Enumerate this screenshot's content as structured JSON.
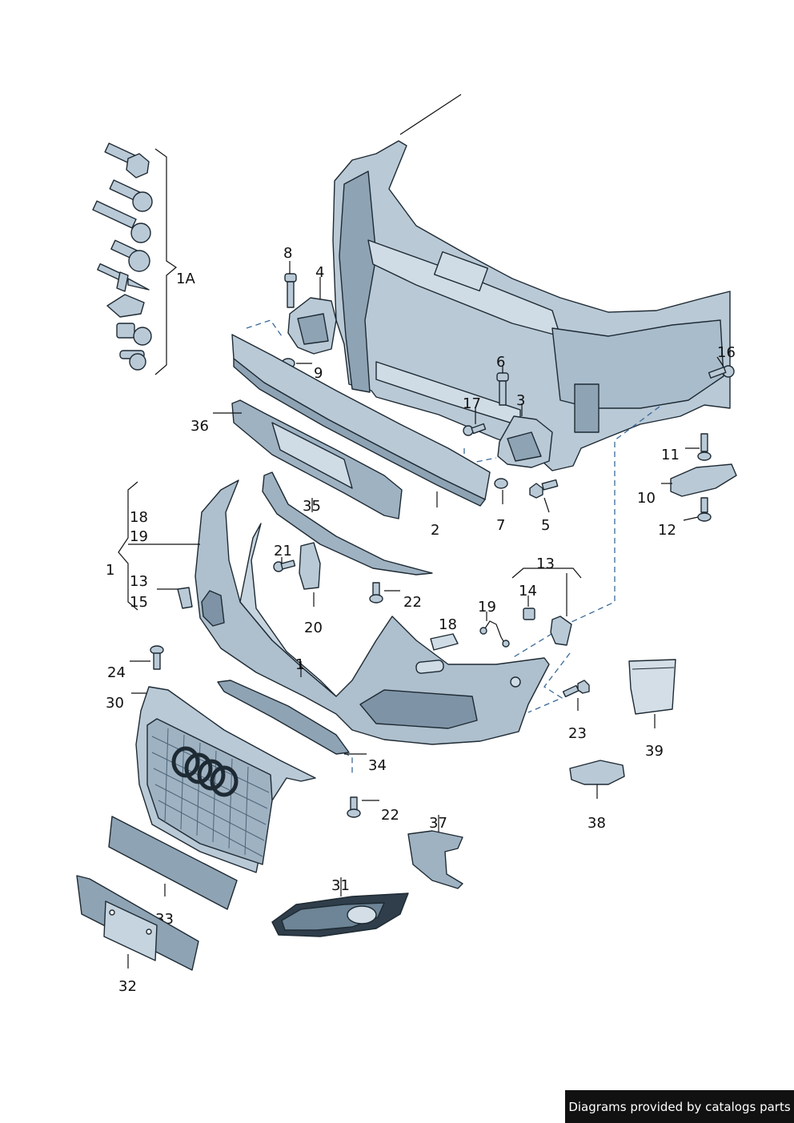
{
  "labels": {
    "l1A": "1A",
    "l8": "8",
    "l4": "4",
    "l9": "9",
    "l6": "6",
    "l3": "3",
    "l17": "17",
    "l16": "16",
    "l11": "11",
    "l10": "10",
    "l12": "12",
    "l36": "36",
    "l35": "35",
    "l2": "2",
    "l7": "7",
    "l5": "5",
    "l18a": "18",
    "l19a": "19",
    "l1a": "1",
    "l13a": "13",
    "l15": "15",
    "l21": "21",
    "l20": "20",
    "l22a": "22",
    "l13b": "13",
    "l14": "14",
    "l19b": "19",
    "l18b": "18",
    "l1b": "1",
    "l24": "24",
    "l30": "30",
    "l34": "34",
    "l22b": "22",
    "l23": "23",
    "l39": "39",
    "l38": "38",
    "l37": "37",
    "l31": "31",
    "l33": "33",
    "l32": "32"
  },
  "footer": {
    "credit": "Diagrams provided by catalogs parts"
  },
  "colors": {
    "part_fill": "#b9c9d6",
    "part_dark": "#8ea3b4",
    "stroke": "#1e2a33",
    "dash": "#3a6a9a"
  }
}
